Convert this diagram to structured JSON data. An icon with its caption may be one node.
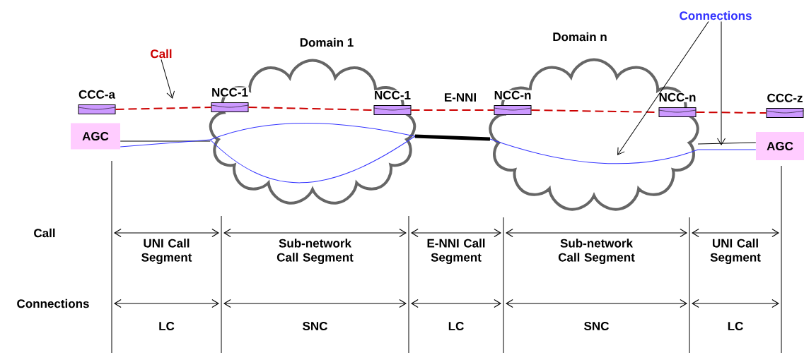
{
  "diagram": {
    "nodes": [
      {
        "text": [
          "Domain 1"
        ]
      },
      {
        "text": [
          "Domain n"
        ]
      },
      {
        "text": [
          "CCC-a"
        ]
      },
      {
        "text": [
          "NCC-1"
        ],
        "in": 0
      },
      {
        "text": [
          "NCC-1"
        ],
        "in": 0
      },
      {
        "text": [
          "NCC-n"
        ],
        "in": 1
      },
      {
        "text": [
          "NCC-n"
        ],
        "in": 1
      },
      {
        "text": [
          "CCC-z"
        ]
      },
      {
        "text": [
          "AGC"
        ]
      },
      {
        "text": [
          "AGC"
        ]
      },
      {
        "text": [
          "Call"
        ]
      },
      {
        "text": [
          "Connections"
        ]
      }
    ],
    "edges": [
      {
        "from": 2,
        "to": 3,
        "arrow": "none",
        "style": "dashed",
        "color": "#cc0000"
      },
      {
        "from": 3,
        "to": 4,
        "arrow": "none",
        "style": "dashed",
        "color": "#cc0000"
      },
      {
        "from": 4,
        "to": 5,
        "arrow": "none",
        "style": "dashed",
        "color": "#cc0000"
      },
      {
        "from": 5,
        "to": 6,
        "arrow": "none",
        "style": "dashed",
        "color": "#cc0000"
      },
      {
        "from": 6,
        "to": 7,
        "arrow": "none",
        "style": "dashed",
        "color": "#cc0000"
      },
      {
        "from": 8,
        "to": 0,
        "arrow": "none",
        "color": "#000000"
      },
      {
        "from": 8,
        "to": 0,
        "arrow": "none",
        "color": "#3333ff"
      },
      {
        "from": 0,
        "to": 1,
        "arrow": "none",
        "style": "thick",
        "color": "#000000"
      },
      {
        "from": 1,
        "to": 9,
        "arrow": "none",
        "color": "#000000"
      },
      {
        "from": 1,
        "to": 9,
        "arrow": "none",
        "color": "#3333ff"
      },
      {
        "from": 10,
        "to": null,
        "arrow": "to",
        "color": "#000000"
      },
      {
        "from": 11,
        "to": 1,
        "arrow": "to",
        "color": "#000000"
      },
      {
        "from": 11,
        "to": null,
        "arrow": "to",
        "color": "#000000"
      }
    ],
    "labels": [
      "E-NNI",
      "Call",
      "UNI Call Segment",
      "Sub-network Call Segment",
      "E-NNI Call Segment",
      "Sub-network Call Segment",
      "UNI Call Segment",
      "Connections",
      "LC",
      "SNC",
      "LC",
      "SNC",
      "LC"
    ]
  }
}
